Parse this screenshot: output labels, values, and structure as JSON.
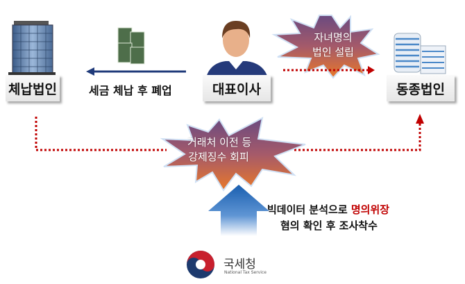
{
  "nodes": {
    "delinquent_corp": "체납법인",
    "ceo": "대표이사",
    "same_business_corp": "동종법인"
  },
  "edges": {
    "closure": "세금 체납 후 폐업"
  },
  "bursts": {
    "top": {
      "line1": "자녀명의",
      "line2": "법인 설립"
    },
    "bottom": {
      "line1": "거래처 이전 등",
      "line2": "강제징수 회피"
    }
  },
  "investigation": {
    "line1_prefix": "빅데이터 분석으로 ",
    "line1_highlight": "명의위장",
    "line2": "혐의 확인 후 조사착수"
  },
  "logo": {
    "name": "국세청",
    "english": "National Tax Service"
  },
  "colors": {
    "dotted": "#c00000",
    "arrow_blue": "#1f3a7a",
    "highlight": "#c00000"
  }
}
